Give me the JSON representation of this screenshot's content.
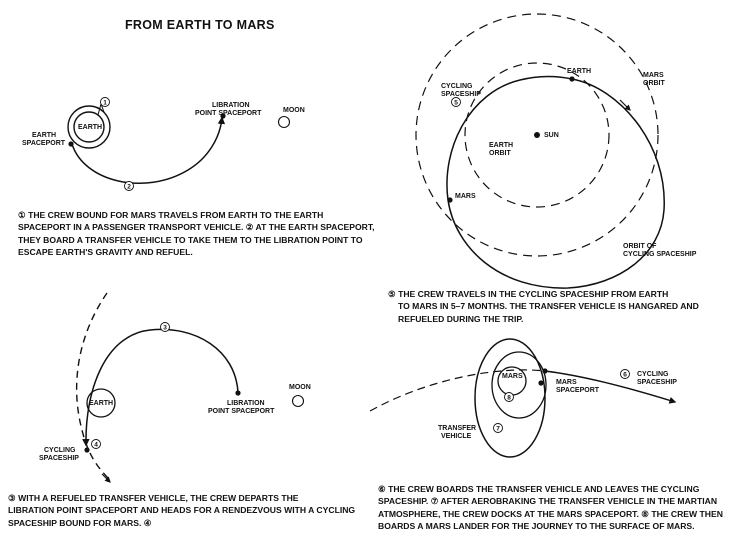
{
  "title": "FROM EARTH TO MARS",
  "panel1": {
    "earth": "EARTH",
    "earth_spaceport": [
      "EARTH",
      "SPACEPORT"
    ],
    "libration": [
      "LIBRATION",
      "POINT SPACEPORT"
    ],
    "moon": "MOON",
    "step_a": "1",
    "step_b": "2",
    "caption": [
      "① THE CREW BOUND FOR MARS TRAVELS FROM EARTH TO THE EARTH",
      "SPACEPORT IN A PASSENGER TRANSPORT VEHICLE. ② AT THE EARTH SPACEPORT,",
      "THEY BOARD A TRANSFER VEHICLE TO TAKE THEM TO THE LIBRATION POINT TO",
      "ESCAPE EARTH'S GRAVITY AND REFUEL."
    ]
  },
  "panel2": {
    "earth": "EARTH",
    "cycling": [
      "CYCLING",
      "SPACESHIP"
    ],
    "libration": [
      "LIBRATION",
      "POINT SPACEPORT"
    ],
    "moon": "MOON",
    "step_a": "3",
    "step_b": "4",
    "caption": [
      "③ WITH A REFUELED TRANSFER VEHICLE, THE CREW DEPARTS THE",
      "LIBRATION POINT SPACEPORT AND HEADS FOR A RENDEZVOUS WITH A CYCLING",
      "SPACESHIP BOUND FOR MARS. ④"
    ]
  },
  "panel3": {
    "earth": "EARTH",
    "mars_orbit": [
      "MARS",
      "ORBIT"
    ],
    "cycling": [
      "CYCLING",
      "SPACESHIP"
    ],
    "sun": "SUN",
    "earth_orbit": [
      "EARTH",
      "ORBIT"
    ],
    "mars": "MARS",
    "orbit_cycling": [
      "ORBIT OF",
      "CYCLING SPACESHIP"
    ],
    "step": "5",
    "caption": [
      "⑤ THE CREW TRAVELS IN THE CYCLING SPACESHIP FROM EARTH",
      "TO MARS IN 5–7 MONTHS. THE TRANSFER VEHICLE IS HANGARED AND",
      "REFUELED DURING THE TRIP."
    ]
  },
  "panel4": {
    "mars": "MARS",
    "mars_spaceport": [
      "MARS",
      "SPACEPORT"
    ],
    "cycling": [
      "CYCLING",
      "SPACESHIP"
    ],
    "transfer": [
      "TRANSFER",
      "VEHICLE"
    ],
    "step_a": "6",
    "step_b": "7",
    "step_c": "8",
    "caption": [
      "⑥ THE CREW BOARDS THE TRANSFER VEHICLE AND LEAVES THE CYCLING",
      "SPACESHIP. ⑦ AFTER AEROBRAKING THE TRANSFER VEHICLE IN THE MARTIAN",
      "ATMOSPHERE, THE CREW DOCKS AT THE MARS SPACEPORT. ⑧ THE CREW THEN",
      "BOARDS A MARS LANDER FOR THE JOURNEY TO THE SURFACE OF MARS."
    ]
  }
}
